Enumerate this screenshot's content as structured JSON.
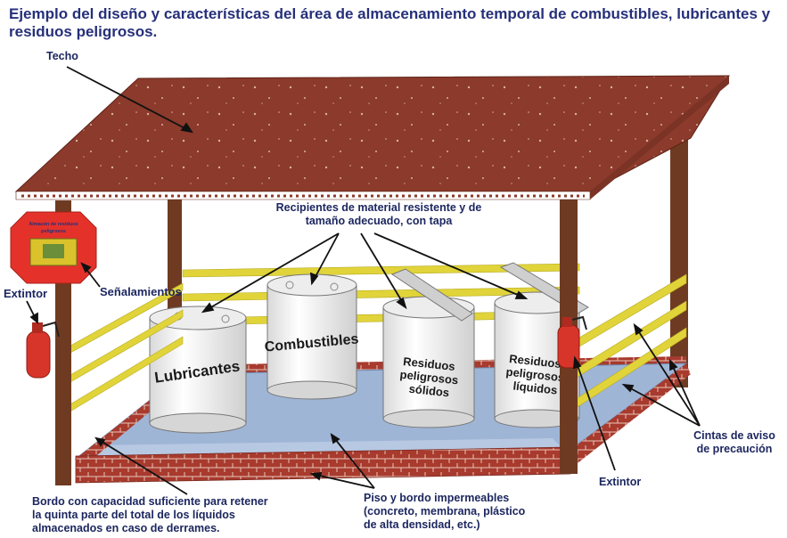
{
  "title": "Ejemplo del diseño y características del área de almacenamiento temporal de combustibles, lubricantes y residuos peligrosos.",
  "labels": {
    "techo": "Techo",
    "recipientes_1": "Recipientes de material resistente y de",
    "recipientes_2": "tamaño adecuado, con tapa",
    "extintor_left": "Extintor",
    "senalamientos": "Señalamientos",
    "cintas_1": "Cintas de aviso",
    "cintas_2": "de precaución",
    "extintor_right": "Extintor",
    "bordo_1": "Bordo con capacidad suficiente para retener",
    "bordo_2": "la quinta parte del total de los líquidos",
    "bordo_3": "almacenados en caso de derrames.",
    "piso_1": "Piso y bordo impermeables",
    "piso_2": "(concreto, membrana, plástico",
    "piso_3": "de alta densidad, etc.)"
  },
  "sign": {
    "line1": "Almacén de residuos",
    "line2": "peligrosos"
  },
  "barrels": {
    "lubricantes": "Lubricantes",
    "combustibles": "Combustibles",
    "residuos_solidos_1": "Residuos",
    "residuos_solidos_2": "peligrosos",
    "residuos_solidos_3": "sólidos",
    "residuos_liquidos_1": "Residuos",
    "residuos_liquidos_2": "peligrosos",
    "residuos_liquidos_3": "líquidos"
  },
  "colors": {
    "roof": "#8b3a2b",
    "post": "#6e3b22",
    "brick": "#a83a2e",
    "floor": "#9fb5d6",
    "tape": "#e0d43a",
    "barrel": "#f4f4f4",
    "extinguisher": "#d8352a",
    "sign": "#e4322b"
  }
}
